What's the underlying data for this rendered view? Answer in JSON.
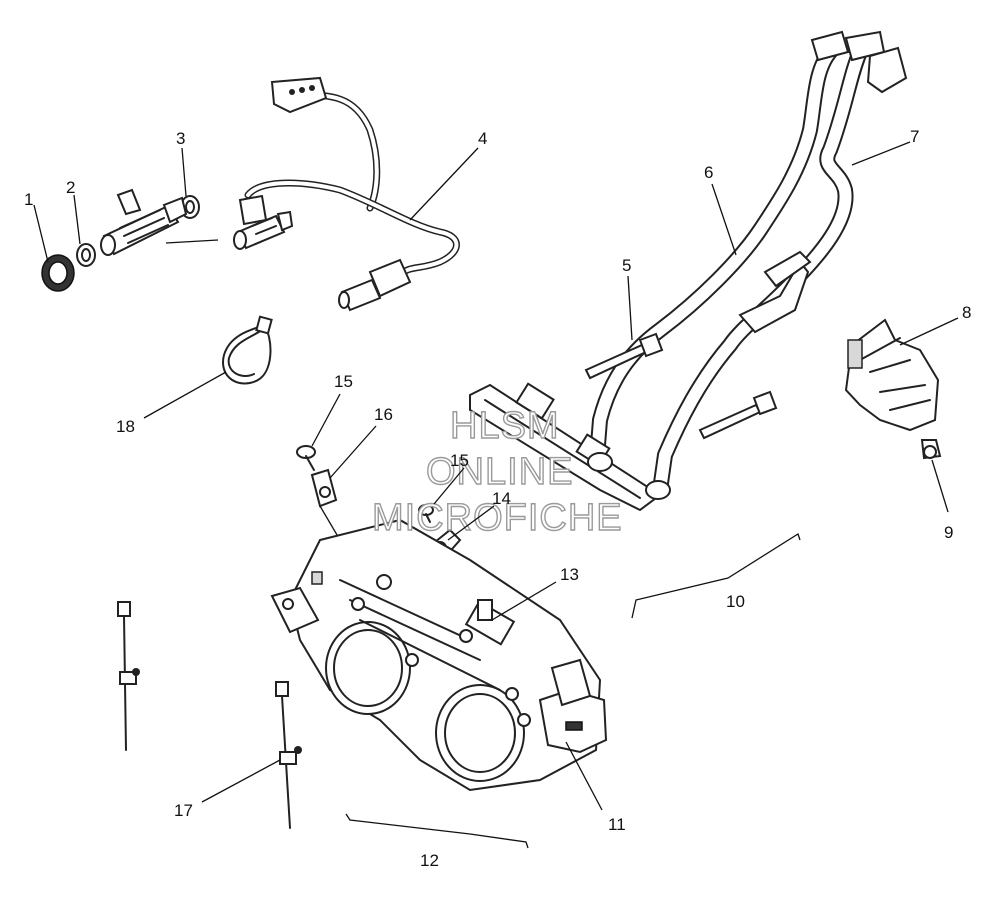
{
  "watermark": {
    "line1": "HLSM",
    "line2": "ONLINE",
    "line3": "MICROFICHE"
  },
  "callouts": [
    "1",
    "2",
    "3",
    "4",
    "5",
    "6",
    "7",
    "8",
    "9",
    "10",
    "11",
    "12",
    "13",
    "14",
    "15",
    "15",
    "16",
    "17",
    "18"
  ]
}
